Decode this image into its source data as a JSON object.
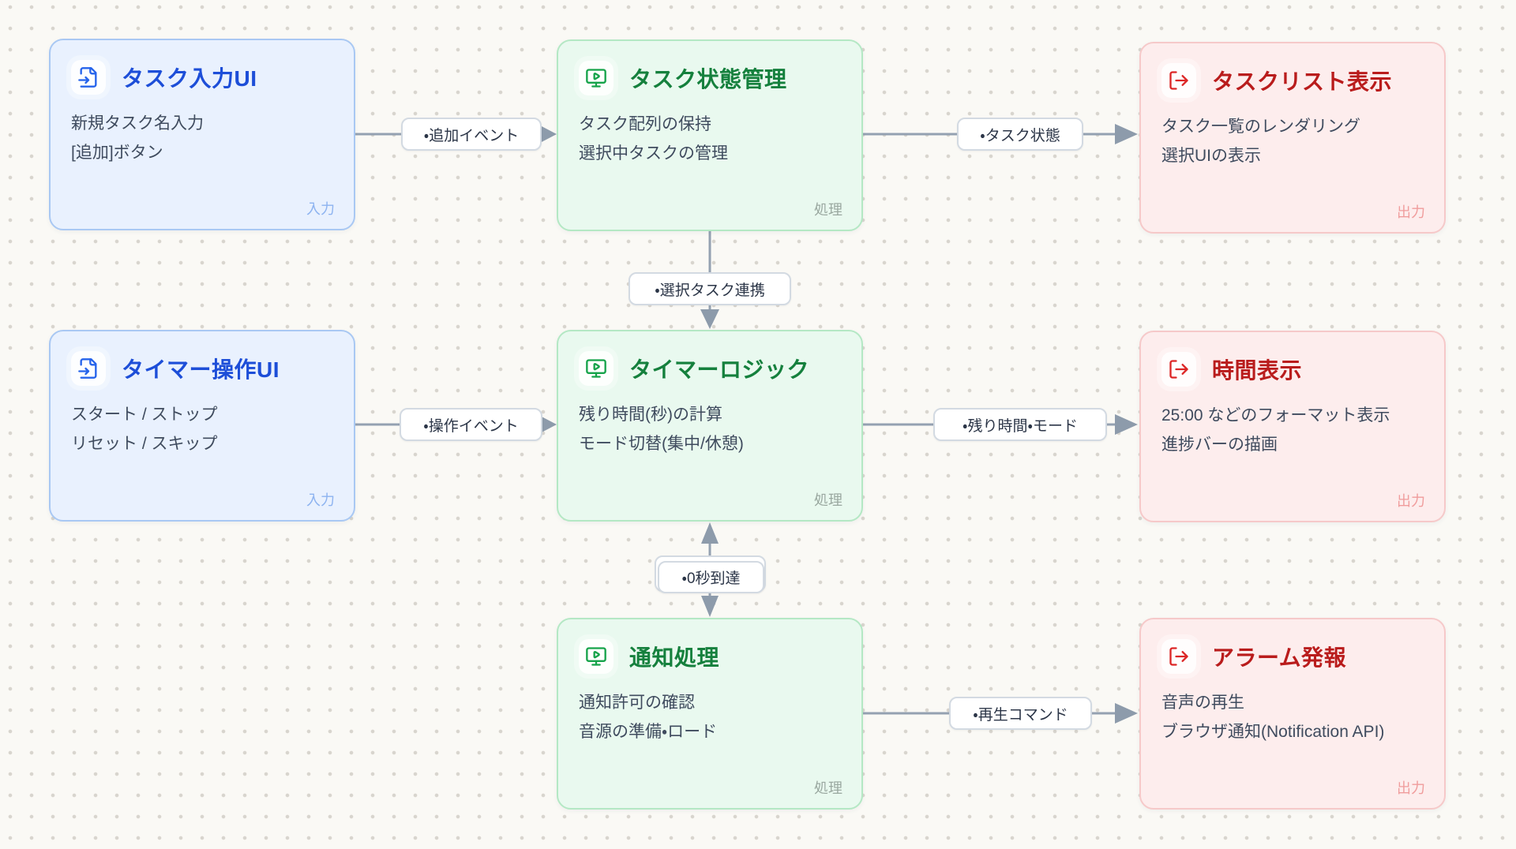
{
  "diagram": {
    "nodes": [
      {
        "title": "タスク入力UI",
        "lines": [
          "新規タスク名入力",
          "[追加]ボタン"
        ],
        "tag": "入力",
        "kind": "input",
        "icon": "file-input-icon"
      },
      {
        "title": "タスク状態管理",
        "lines": [
          "タスク配列の保持",
          "選択中タスクの管理"
        ],
        "tag": "処理",
        "kind": "process",
        "icon": "monitor-play-icon"
      },
      {
        "title": "タスクリスト表示",
        "lines": [
          "タスク一覧のレンダリング",
          "選択UIの表示"
        ],
        "tag": "出力",
        "kind": "output",
        "icon": "log-out-icon"
      },
      {
        "title": "タイマー操作UI",
        "lines": [
          "スタート / ストップ",
          "リセット / スキップ"
        ],
        "tag": "入力",
        "kind": "input",
        "icon": "file-input-icon"
      },
      {
        "title": "タイマーロジック",
        "lines": [
          "残り時間(秒)の計算",
          "モード切替(集中/休憩)"
        ],
        "tag": "処理",
        "kind": "process",
        "icon": "monitor-play-icon"
      },
      {
        "title": "時間表示",
        "lines": [
          "25:00 などのフォーマット表示",
          "進捗バーの描画"
        ],
        "tag": "出力",
        "kind": "output",
        "icon": "log-out-icon"
      },
      {
        "title": "通知処理",
        "lines": [
          "通知許可の確認",
          "音源の準備・ロード"
        ],
        "tag": "処理",
        "kind": "process",
        "icon": "monitor-play-icon"
      },
      {
        "title": "アラーム発報",
        "lines": [
          "音声の再生",
          "ブラウザ通知(Notification API)"
        ],
        "tag": "出力",
        "kind": "output",
        "icon": "log-out-icon"
      }
    ],
    "edges": [
      {
        "label": "・追加イベント",
        "from": "タスク入力UI",
        "to": "タスク状態管理",
        "direction": "right"
      },
      {
        "label": "・タスク状態",
        "from": "タスク状態管理",
        "to": "タスクリスト表示",
        "direction": "right"
      },
      {
        "label": "・選択タスク連携",
        "from": "タスク状態管理",
        "to": "タイマーロジック",
        "direction": "down"
      },
      {
        "label": "・操作イベント",
        "from": "タイマー操作UI",
        "to": "タイマーロジック",
        "direction": "right"
      },
      {
        "label": "・残り時間・モード",
        "from": "タイマーロジック",
        "to": "時間表示",
        "direction": "right"
      },
      {
        "label": "・0秒到達",
        "from": "タイマーロジック",
        "to": "通知処理",
        "direction": "both"
      },
      {
        "label": "・再生コマンド",
        "from": "通知処理",
        "to": "アラーム発報",
        "direction": "right"
      }
    ],
    "colors": {
      "canvas_background": "#faf9f5",
      "grid_dot": "#d8d5ce",
      "input_accent": "#1d4ed8",
      "input_background": "#e9f1fe",
      "input_border": "#a9c8f3",
      "process_accent": "#15803d",
      "process_background": "#e9f9ef",
      "process_border": "#b4e8c4",
      "output_accent": "#b91c1c",
      "output_background": "#fdeded",
      "output_border": "#f6c9c9",
      "edge_line": "#94a1b1",
      "edge_label_text": "#2b3547"
    }
  }
}
